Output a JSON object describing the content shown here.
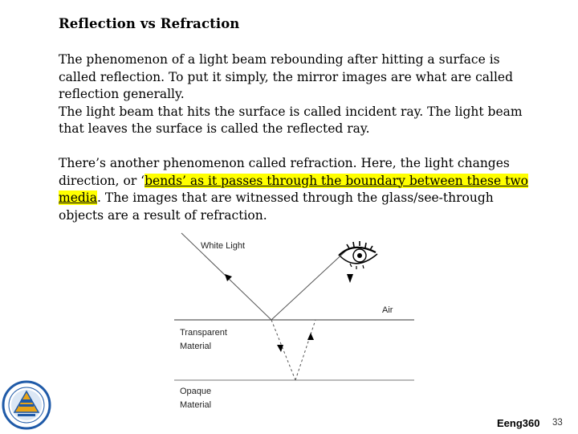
{
  "slide": {
    "title": "Reflection vs Refraction",
    "paragraph1": {
      "line1": "The phenomenon of a light beam rebounding after hitting a surface is called reflection. To put it simply, the mirror images are what are called reflection generally.",
      "line2": "The light beam that hits the surface is called incident ray. The light beam that leaves the surface is called the reflected ray."
    },
    "paragraph2": {
      "before": "There’s another phenomenon called refraction. Here, the light changes direction, or ‘",
      "highlight": "bends’ as it passes through the boundary between these two media",
      "after": ". The images that are witnessed through the glass/see-through objects are a result of refraction."
    }
  },
  "diagram": {
    "labels": {
      "white_light": "White Light",
      "air": "Air",
      "transparent_line1": "Transparent",
      "transparent_line2": "Material",
      "opaque_line1": "Opaque",
      "opaque_line2": "Material"
    },
    "icons": [
      "eye-icon",
      "arrow-icon"
    ]
  },
  "footer": {
    "course": "Eeng360",
    "page_number": "33"
  },
  "colors": {
    "highlight": "#ffff00",
    "logo_blue": "#1f5aa8",
    "logo_gold": "#e8a317"
  }
}
